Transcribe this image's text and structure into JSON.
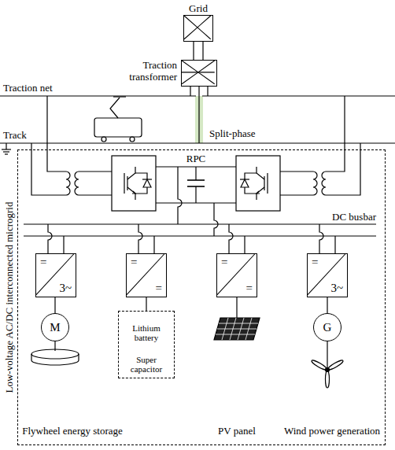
{
  "diagram": {
    "nodes": [
      {
        "text": [
          "Grid"
        ]
      },
      {
        "text": [
          "Traction transformer"
        ]
      },
      {
        "text": [
          "Low-voltage AC/DC interconnected microgrid"
        ]
      },
      {
        "text": [
          "=",
          "3~"
        ],
        "in": 2
      },
      {
        "text": [
          "=",
          "="
        ],
        "in": 2
      },
      {
        "text": [
          "=",
          "="
        ],
        "in": 2
      },
      {
        "text": [
          "=",
          "3~"
        ],
        "in": 2
      },
      {
        "text": [
          "M"
        ],
        "in": 2
      },
      {
        "text": [
          "Lithium battery",
          "Super capacitor"
        ],
        "in": 2
      },
      {
        "text": [
          "G"
        ],
        "in": 2
      }
    ],
    "edges": [
      {
        "from": 0,
        "to": 1,
        "arrow": "none"
      },
      {
        "from": 3,
        "to": 7,
        "arrow": "none"
      },
      {
        "from": 4,
        "to": 8,
        "arrow": "none"
      },
      {
        "from": 6,
        "to": 9,
        "arrow": "none"
      }
    ],
    "labels": [
      "Traction net",
      "Track",
      "Split-phase",
      "RPC",
      "DC busbar",
      "Flywheel energy storage",
      "PV panel",
      "Wind power generation"
    ]
  }
}
